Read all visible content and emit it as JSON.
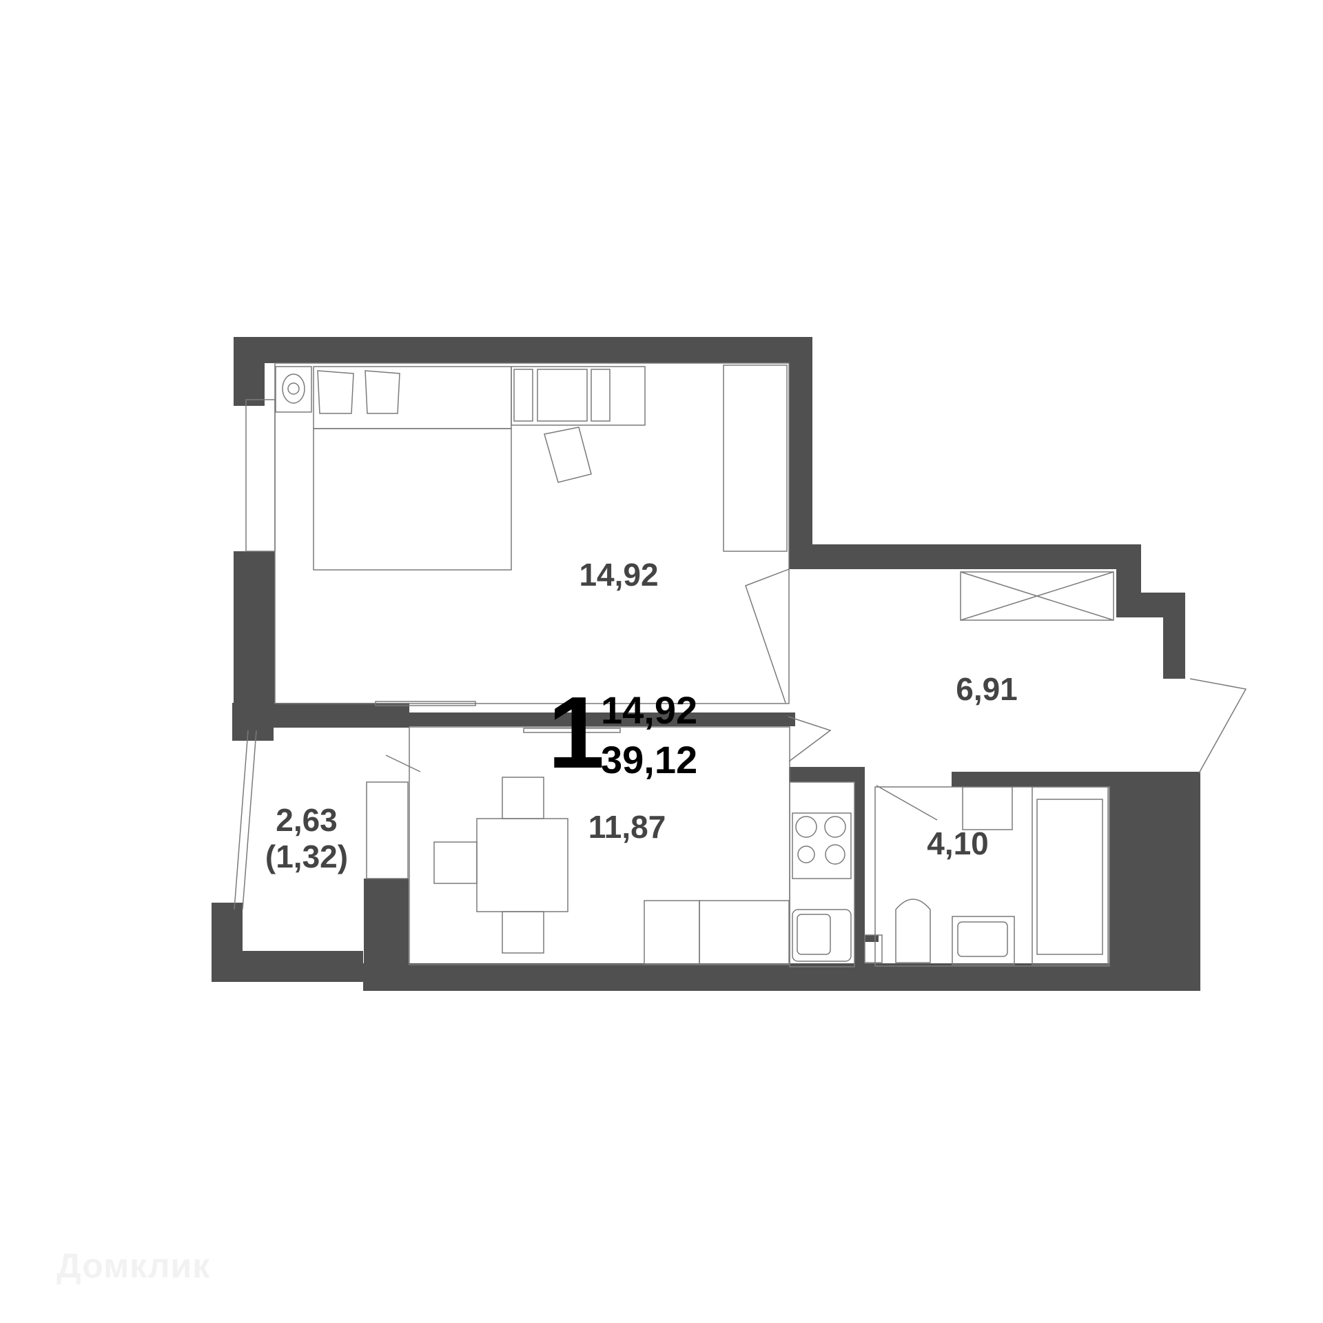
{
  "plan": {
    "rooms_count": "1",
    "living_area": "14,92",
    "total_area": "39,12",
    "wall_color": "#505050",
    "line_color": "#7a7a7a",
    "rooms": [
      {
        "name": "bedroom",
        "area": "14,92"
      },
      {
        "name": "hallway",
        "area": "6,91"
      },
      {
        "name": "kitchen",
        "area": "11,87"
      },
      {
        "name": "bathroom",
        "area": "4,10"
      },
      {
        "name": "loggia",
        "area": "2,63",
        "reduced_area": "(1,32)"
      }
    ]
  },
  "watermark": {
    "text": "Домклик"
  }
}
